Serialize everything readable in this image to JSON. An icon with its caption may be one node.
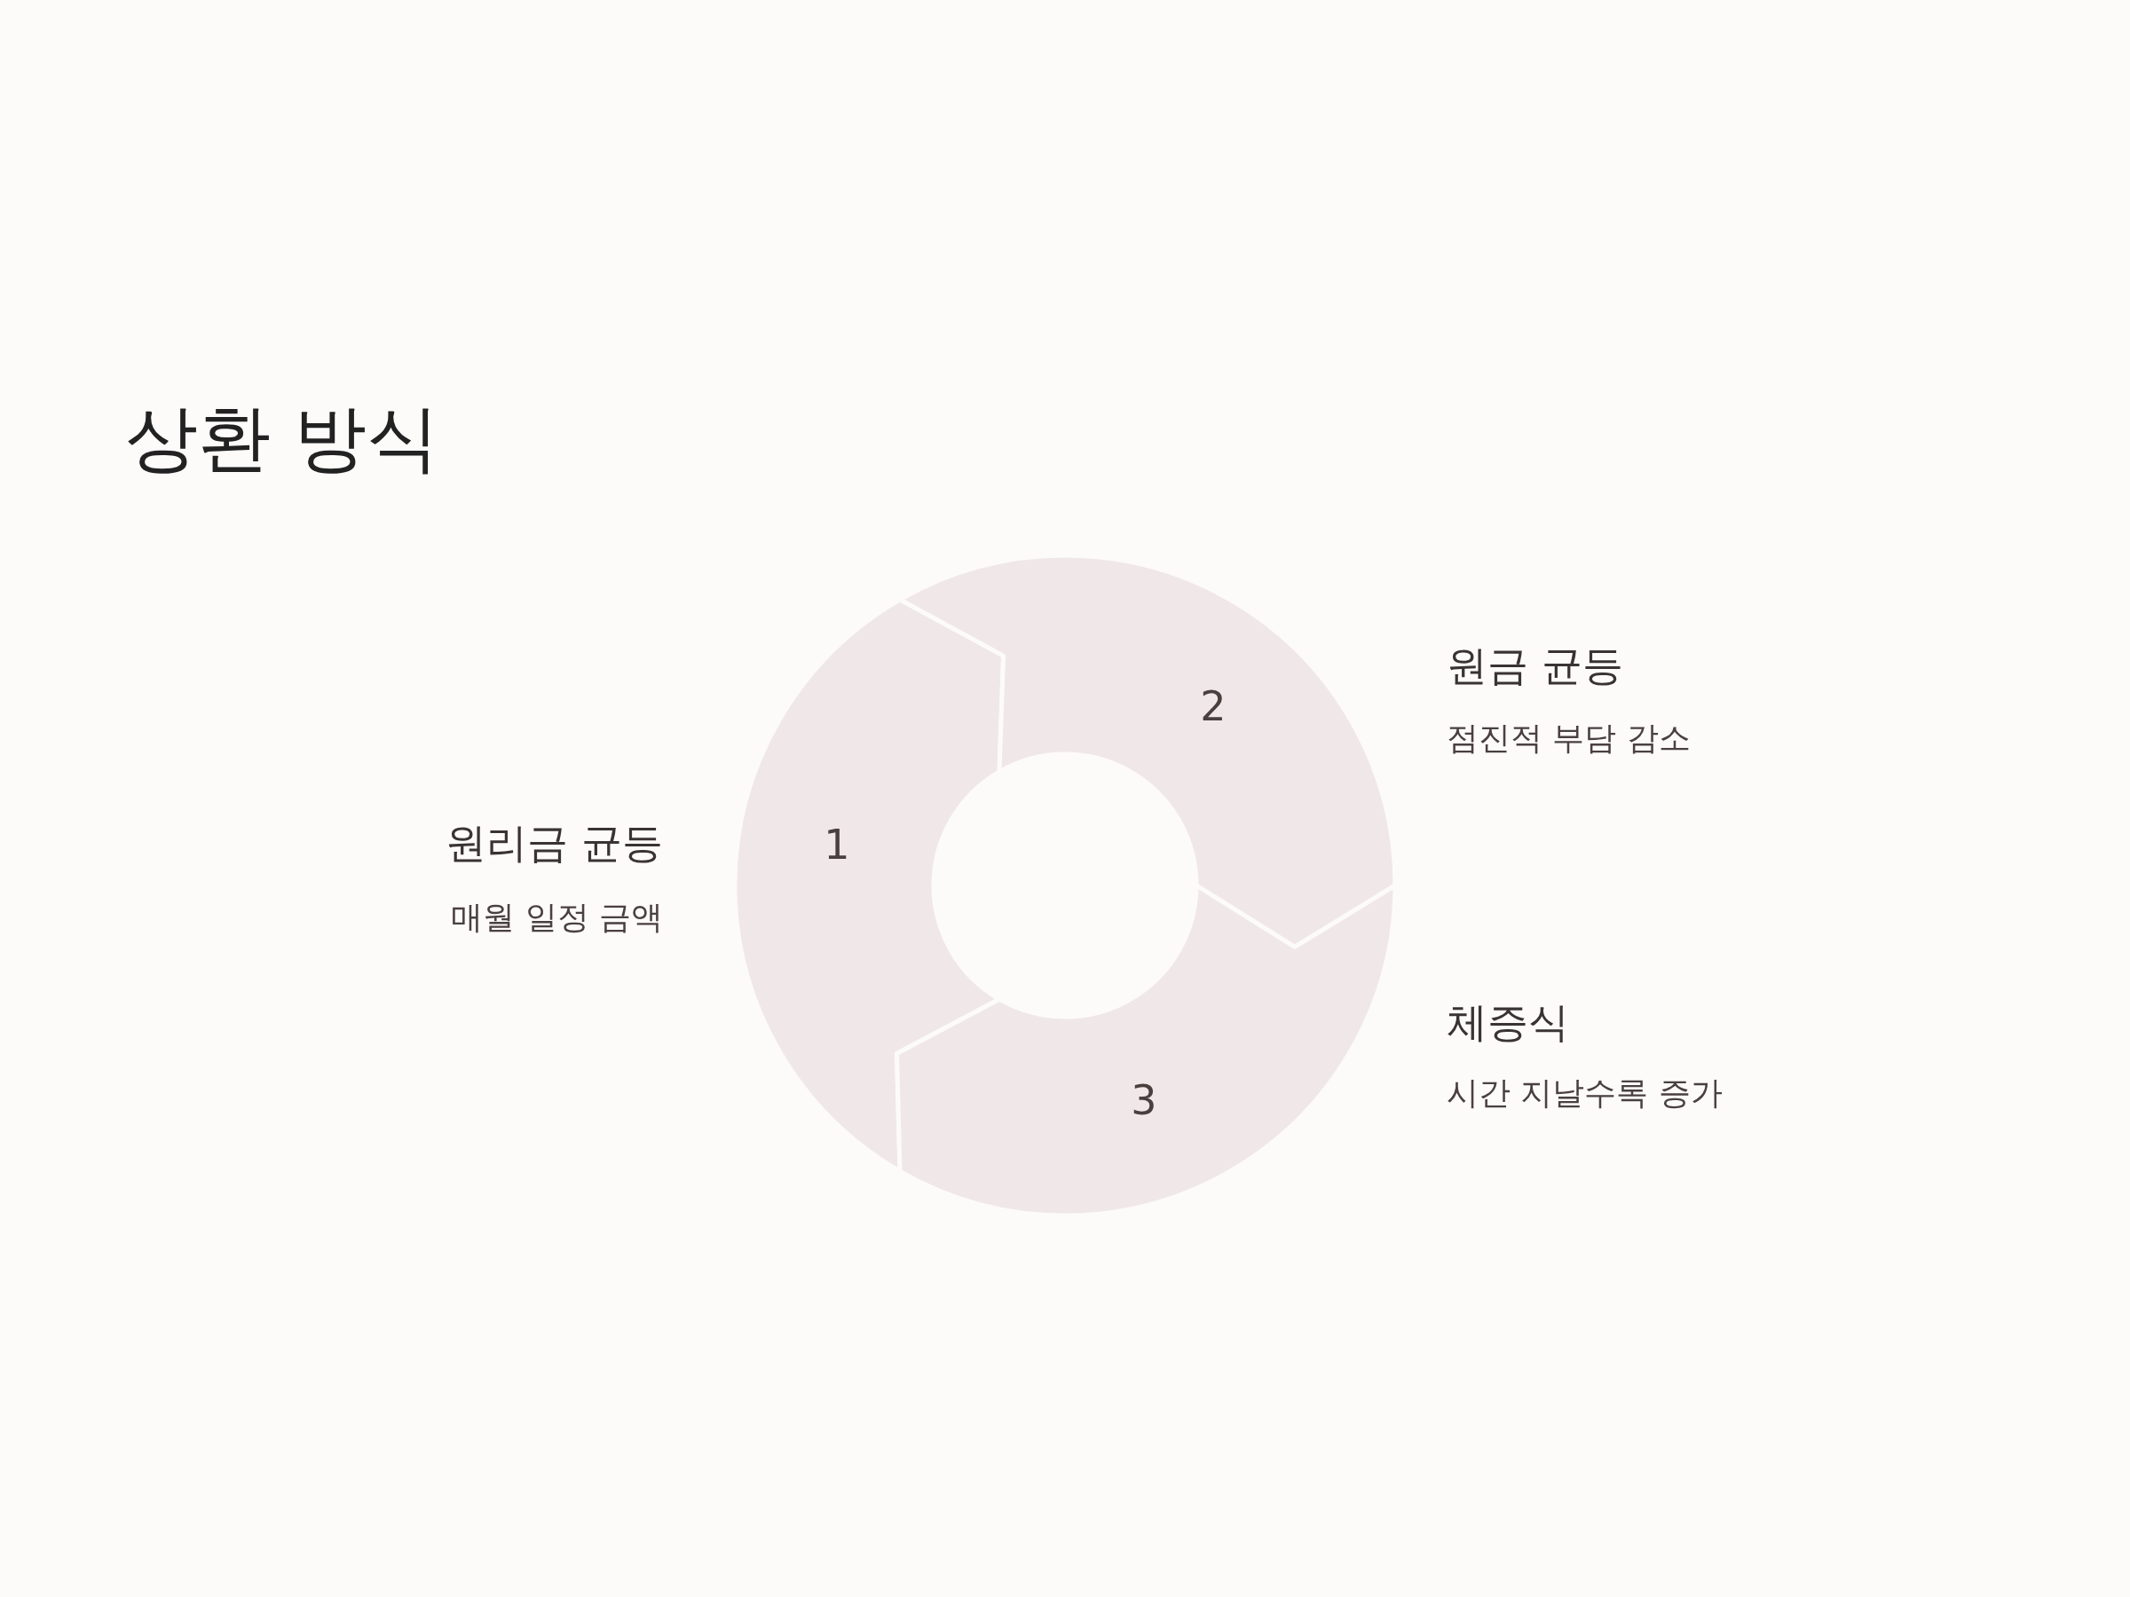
{
  "diagram": {
    "title": "상환 방식",
    "nodes": [
      {
        "text": [
          "1"
        ],
        "beside": [
          "원리금 균등",
          "매월 일정 금액"
        ]
      },
      {
        "text": [
          "2"
        ],
        "beside": [
          "원금 균등",
          "점진적 부담 감소"
        ]
      },
      {
        "text": [
          "3"
        ],
        "beside": [
          "체증식",
          "시간 지날수록 증가"
        ]
      }
    ]
  }
}
